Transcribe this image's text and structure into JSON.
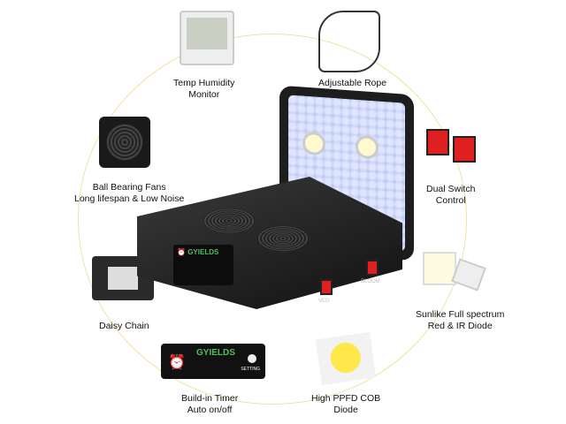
{
  "features": {
    "temp_humidity": [
      "Temp Humidity",
      "Monitor"
    ],
    "rope": [
      "Adjustable Rope"
    ],
    "fans": [
      "Ball Bearing Fans",
      "Long lifespan & Low Noise"
    ],
    "dual_switch": [
      "Dual Switch",
      "Control"
    ],
    "daisy_chain": [
      "Daisy Chain"
    ],
    "sunlike": [
      "Sunlike Full spectrum",
      "Red & IR Diode"
    ],
    "timer": [
      "Build-in Timer",
      "Auto on/off"
    ],
    "cob": [
      "High PPFD COB",
      "Diode"
    ]
  },
  "product": {
    "brand": "GYIELDS",
    "setting_label": "SETTING",
    "veg_label": "VEG",
    "bloom_label": "BLOOM"
  },
  "colors": {
    "ring": "#f0e3a0",
    "switch": "#e02020",
    "brand": "#4fbf5a"
  }
}
